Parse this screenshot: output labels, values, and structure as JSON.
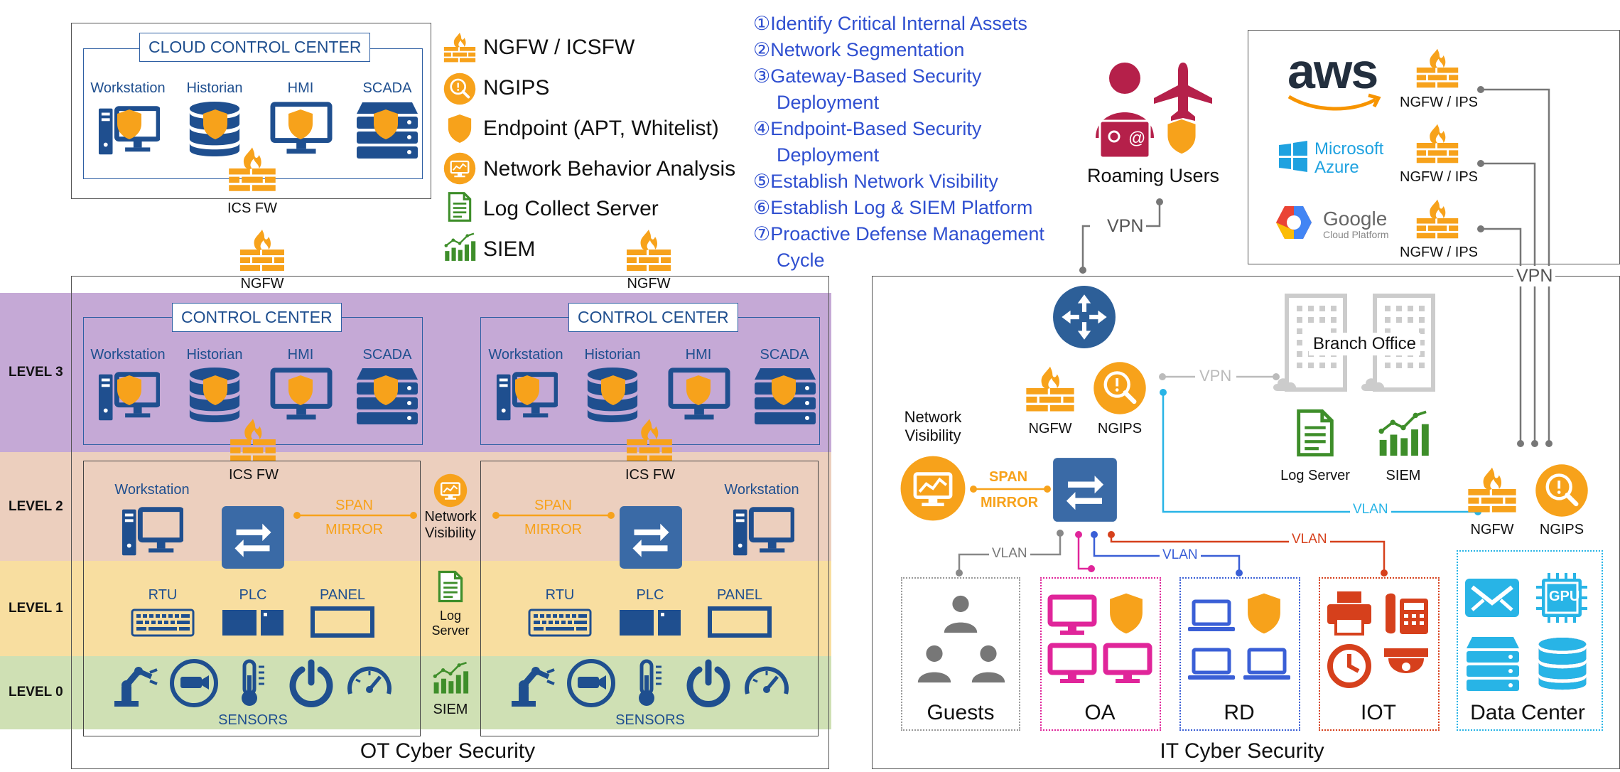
{
  "legend": [
    {
      "icon": "firewall-icon",
      "label": "NGFW / ICSFW"
    },
    {
      "icon": "ngips-icon",
      "label": "NGIPS"
    },
    {
      "icon": "shield-icon",
      "label": "Endpoint (APT, Whitelist)"
    },
    {
      "icon": "monitor-analysis-icon",
      "label": "Network Behavior Analysis"
    },
    {
      "icon": "document-icon",
      "label": "Log Collect Server"
    },
    {
      "icon": "bar-chart-icon",
      "label": "SIEM"
    }
  ],
  "steps": [
    {
      "num": "①",
      "line1": "Identify Critical Internal Assets",
      "line2": ""
    },
    {
      "num": "②",
      "line1": "Network Segmentation",
      "line2": ""
    },
    {
      "num": "③",
      "line1": "Gateway-Based Security",
      "line2": "Deployment"
    },
    {
      "num": "④",
      "line1": "Endpoint-Based Security",
      "line2": "Deployment"
    },
    {
      "num": "⑤",
      "line1": "Establish Network Visibility",
      "line2": ""
    },
    {
      "num": "⑥",
      "line1": "Establish Log & SIEM Platform",
      "line2": ""
    },
    {
      "num": "⑦",
      "line1": "Proactive Defense Management",
      "line2": "Cycle"
    }
  ],
  "cloud_cc": {
    "title": "CLOUD CONTROL CENTER",
    "devices": [
      "Workstation",
      "Historian",
      "HMI",
      "SCADA"
    ],
    "fw_label": "ICS FW"
  },
  "ot": {
    "ngfw_label": "NGFW",
    "levels": [
      "LEVEL 3",
      "LEVEL 2",
      "LEVEL 1",
      "LEVEL 0"
    ],
    "cc_title": "CONTROL CENTER",
    "l3_devices": [
      "Workstation",
      "Historian",
      "HMI",
      "SCADA"
    ],
    "ics_fw": "ICS FW",
    "workstation": "Workstation",
    "span": "SPAN",
    "mirror": "MIRROR",
    "l1_devices": [
      "RTU",
      "PLC",
      "PANEL"
    ],
    "sensors": "SENSORS",
    "mid_network_visibility": [
      "Network",
      "Visibility"
    ],
    "mid_log_server": [
      "Log",
      "Server"
    ],
    "mid_siem": "SIEM",
    "title": "OT Cyber Security"
  },
  "it": {
    "roaming_users": "Roaming Users",
    "vpn": "VPN",
    "cloud": {
      "providers": [
        "aws",
        "Microsoft",
        "Azure",
        "Google",
        "Cloud Platform"
      ],
      "fw_label": "NGFW / IPS"
    },
    "cloud_vpn": "VPN",
    "ngfw": "NGFW",
    "ngips": "NGIPS",
    "branch_office": "Branch Office",
    "branch_vpn": "VPN",
    "network_visibility": [
      "Network",
      "Visibility"
    ],
    "span": "SPAN",
    "mirror": "MIRROR",
    "log_server": "Log Server",
    "siem": "SIEM",
    "vlan": "VLAN",
    "dc_ngfw": "NGFW",
    "dc_ngips": "NGIPS",
    "zones": [
      "Guests",
      "OA",
      "RD",
      "IOT",
      "Data Center"
    ],
    "gpu": "GPU",
    "title": "IT Cyber Security"
  },
  "colors": {
    "ot_blue": "#1f4f8f",
    "firewall_orange": "#f7a21b",
    "step_blue": "#2f4fd0",
    "oa_magenta": "#e0259a",
    "rd_blue": "#3a5fd6",
    "iot_red": "#d6401c",
    "dc_cyan": "#28b4e6",
    "log_green": "#3e8e2a",
    "level3": "#c5a9d6",
    "level2": "#eccfbe",
    "level1": "#f8dea0",
    "level0": "#cfe0b4"
  }
}
